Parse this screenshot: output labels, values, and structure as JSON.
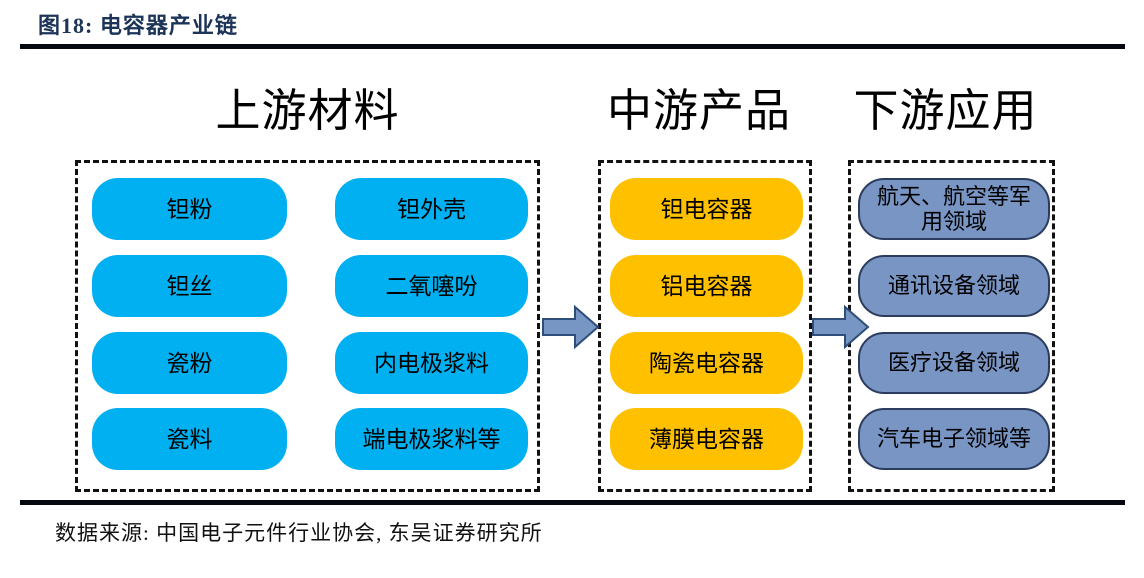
{
  "figure": {
    "title": "图18: 电容器产业链",
    "source_note": "数据来源: 中国电子元件行业协会, 东吴证券研究所"
  },
  "colors": {
    "title_text": "#1c3457",
    "upstream_node_fill": "#00b0f0",
    "midstream_node_fill": "#ffc000",
    "downstream_node_fill": "#7895c4",
    "downstream_node_border": "#2b3c5e",
    "arrow_fill": "#7896c4",
    "arrow_border": "#2e4d78",
    "rule_color": "#05080f",
    "panel_border": "#111111"
  },
  "columns": {
    "upstream": {
      "header": "上游材料",
      "left_items": [
        "钽粉",
        "钽丝",
        "瓷粉",
        "瓷料"
      ],
      "right_items": [
        "钽外壳",
        "二氧噻吩",
        "内电极浆料",
        "端电极浆料等"
      ]
    },
    "midstream": {
      "header": "中游产品",
      "items": [
        "钽电容器",
        "铝电容器",
        "陶瓷电容器",
        "薄膜电容器"
      ]
    },
    "downstream": {
      "header": "下游应用",
      "items": [
        "航天、航空等军用领域",
        "通讯设备领域",
        "医疗设备领域",
        "汽车电子领域等"
      ]
    }
  }
}
